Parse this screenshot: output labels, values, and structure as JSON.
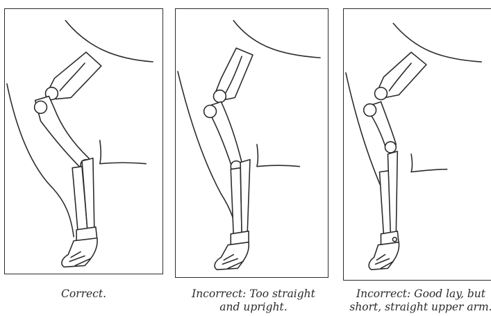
{
  "panels": [
    {
      "caption_lines": [
        "Correct."
      ]
    },
    {
      "caption_lines": [
        "Incorrect: Too straight",
        "and upright."
      ]
    },
    {
      "caption_lines": [
        "Incorrect: Good lay, but",
        "short, straight upper arm."
      ]
    }
  ]
}
